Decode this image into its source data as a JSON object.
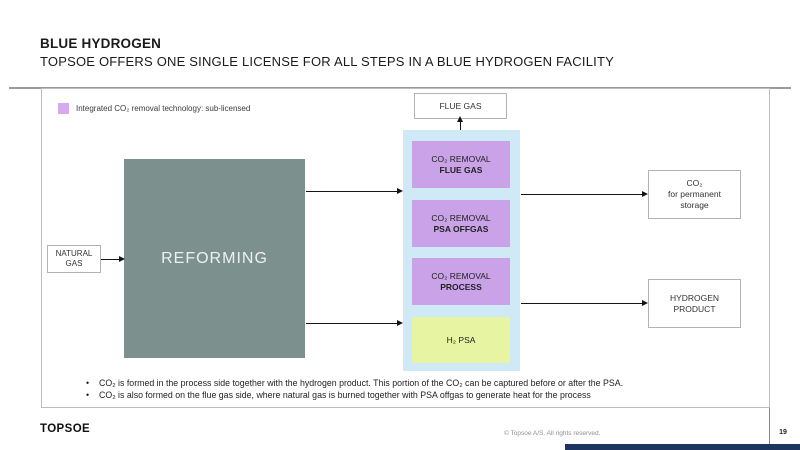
{
  "slide": {
    "title": "BLUE HYDROGEN",
    "subtitle": "TOPSOE OFFERS ONE SINGLE LICENSE FOR ALL STEPS IN A BLUE HYDROGEN FACILITY"
  },
  "legend": {
    "label": "Integrated CO₂ removal technology: sub-licensed"
  },
  "diagram": {
    "flue_gas_label": "FLUE GAS",
    "natural_gas": {
      "line1": "NATURAL",
      "line2": "GAS"
    },
    "reforming_label": "REFORMING",
    "removal_stack": [
      {
        "line1": "CO₂ REMOVAL",
        "line2": "FLUE GAS"
      },
      {
        "line1": "CO₂ REMOVAL",
        "line2": "PSA OFFGAS"
      },
      {
        "line1": "CO₂ REMOVAL",
        "line2": "PROCESS"
      }
    ],
    "h2_psa_label": "H₂ PSA",
    "co2_storage": {
      "line1": "CO₂",
      "line2": "for permanent",
      "line3": "storage"
    },
    "hydrogen_product": {
      "line1": "HYDROGEN",
      "line2": "PRODUCT"
    }
  },
  "notes": {
    "bullets": [
      "CO₂ is formed in the process side together with the hydrogen product. This portion of the CO₂ can be captured before or after the PSA.",
      "CO₂ is also formed on the flue gas side, where natural gas is burned together with PSA offgas to generate heat for the process"
    ]
  },
  "footer": {
    "brand": "TOPSOE",
    "copyright": "© Topsoe A/S. All rights reserved.",
    "page_number": "19"
  },
  "colors": {
    "licensed_purple": "#c9a2e8",
    "legend_swatch_purple": "#d7a9ef",
    "psa_yellow_green": "#e7f4a2",
    "container_light_blue": "#cfe9f7",
    "reforming_teal_gray": "#7c918d",
    "accent_navy": "#1e3560"
  }
}
